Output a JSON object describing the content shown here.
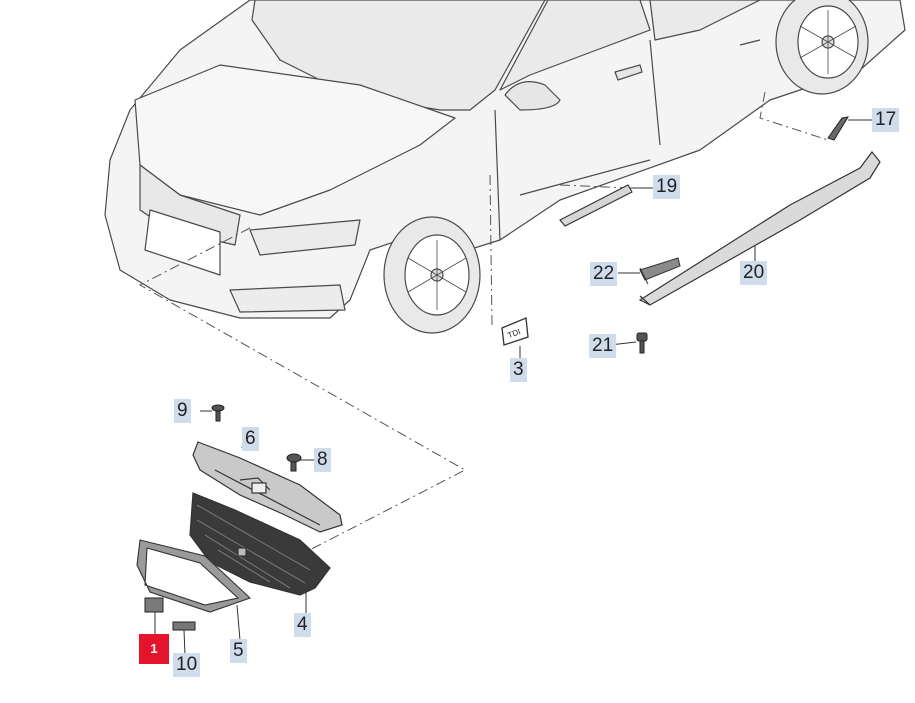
{
  "badge_text": "TDI",
  "callouts": {
    "c1": {
      "label": "1",
      "selected": true
    },
    "c3": {
      "label": "3"
    },
    "c4": {
      "label": "4"
    },
    "c5": {
      "label": "5"
    },
    "c6": {
      "label": "6"
    },
    "c8": {
      "label": "8"
    },
    "c9": {
      "label": "9"
    },
    "c10": {
      "label": "10"
    },
    "c17": {
      "label": "17"
    },
    "c19": {
      "label": "19"
    },
    "c20": {
      "label": "20"
    },
    "c21": {
      "label": "21"
    },
    "c22": {
      "label": "22"
    }
  },
  "colors": {
    "callout_bg": "#cfdcec",
    "selected_bg": "#e3142c",
    "line": "#4a4a4a",
    "car_fill": "#f4f4f4"
  }
}
